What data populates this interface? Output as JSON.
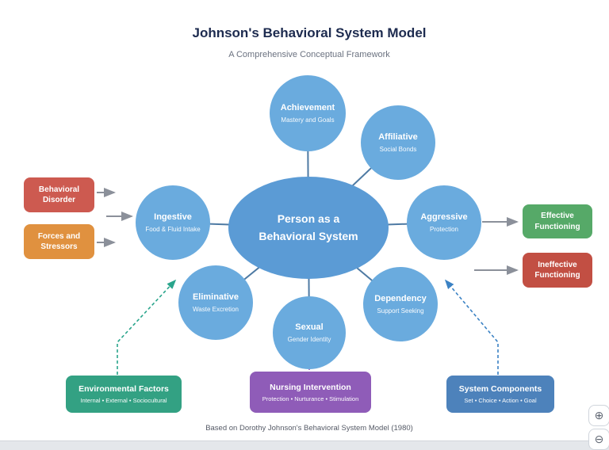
{
  "page": {
    "title": "Johnson's Behavioral System Model",
    "subtitle": "A Comprehensive Conceptual Framework",
    "caption": "Based on Dorothy Johnson's Behavioral System Model (1980)"
  },
  "center": {
    "line1": "Person as a",
    "line2": "Behavioral System"
  },
  "subsystems": [
    {
      "title": "Achievement",
      "subtitle": "Mastery and Goals"
    },
    {
      "title": "Affiliative",
      "subtitle": "Social Bonds"
    },
    {
      "title": "Aggressive",
      "subtitle": "Protection"
    },
    {
      "title": "Dependency",
      "subtitle": "Support Seeking"
    },
    {
      "title": "Sexual",
      "subtitle": "Gender Identity"
    },
    {
      "title": "Eliminative",
      "subtitle": "Waste Excretion"
    },
    {
      "title": "Ingestive",
      "subtitle": "Food & Fluid Intake"
    }
  ],
  "inputs": [
    {
      "label": "Behavioral Disorder"
    },
    {
      "label": "Forces and Stressors"
    }
  ],
  "outcomes": [
    {
      "label": "Effective Functioning"
    },
    {
      "label": "Ineffective Functioning"
    }
  ],
  "factors": [
    {
      "title": "Environmental Factors",
      "subtitle": "Internal • External • Sociocultural"
    },
    {
      "title": "Nursing Intervention",
      "subtitle": "Protection • Nurturance • Stimulation"
    },
    {
      "title": "System Components",
      "subtitle": "Set • Choice • Action • Goal"
    }
  ],
  "controls": {
    "zoom_in_icon": "⊕",
    "zoom_out_icon": "⊖"
  },
  "colors": {
    "center_blue": "#5b9bd5",
    "node_blue": "#6aabde",
    "red": "#cd5a50",
    "orange": "#e0913f",
    "green": "#56a968",
    "dark_red": "#c24f43",
    "teal_green": "#33a183",
    "purple": "#8f5cb8",
    "box_blue": "#4d82bb",
    "spoke": "#4e7aa3",
    "arrow_gray": "#8b909a"
  }
}
